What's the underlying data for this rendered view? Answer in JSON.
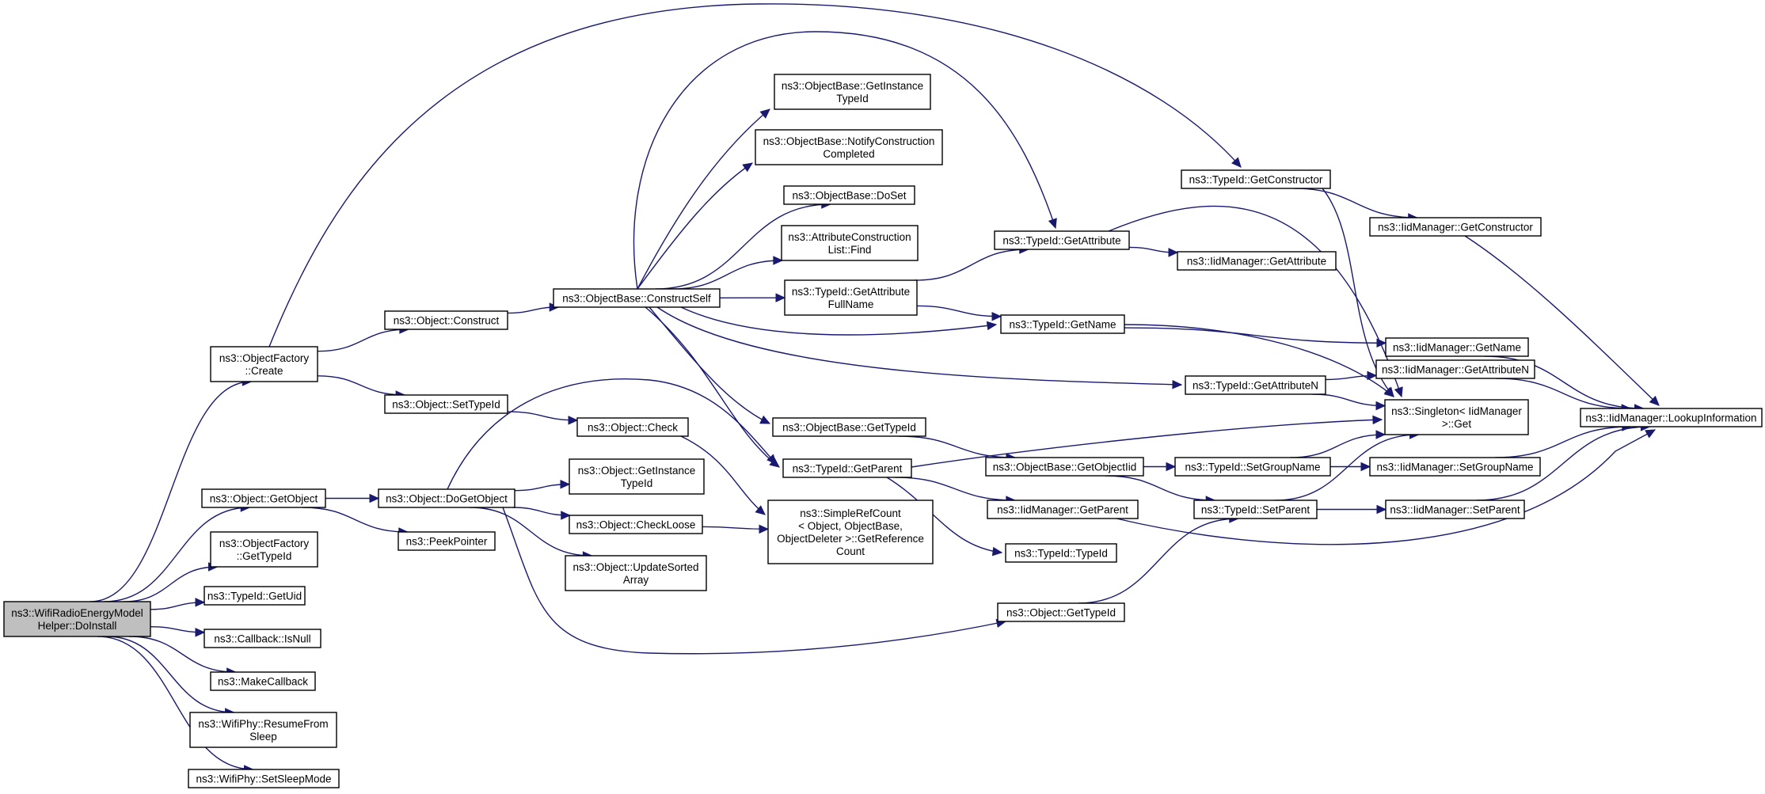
{
  "nodes": [
    {
      "id": "n_root",
      "lines": [
        "ns3::WifiRadioEnergyModel",
        "Helper::DoInstall"
      ],
      "root": true
    },
    {
      "id": "n_of_create",
      "lines": [
        "ns3::ObjectFactory",
        "::Create"
      ]
    },
    {
      "id": "n_obj_getobject",
      "lines": [
        "ns3::Object::GetObject"
      ]
    },
    {
      "id": "n_of_gettypeid",
      "lines": [
        "ns3::ObjectFactory",
        "::GetTypeId"
      ]
    },
    {
      "id": "n_typeid_getuid",
      "lines": [
        "ns3::TypeId::GetUid"
      ]
    },
    {
      "id": "n_cb_isnull",
      "lines": [
        "ns3::Callback::IsNull"
      ]
    },
    {
      "id": "n_makecallback",
      "lines": [
        "ns3::MakeCallback"
      ]
    },
    {
      "id": "n_wifiphy_resume",
      "lines": [
        "ns3::WifiPhy::ResumeFrom",
        "Sleep"
      ]
    },
    {
      "id": "n_wifiphy_setsleep",
      "lines": [
        "ns3::WifiPhy::SetSleepMode"
      ]
    },
    {
      "id": "n_obj_construct",
      "lines": [
        "ns3::Object::Construct"
      ]
    },
    {
      "id": "n_obj_settypeid",
      "lines": [
        "ns3::Object::SetTypeId"
      ]
    },
    {
      "id": "n_obj_dogetobject",
      "lines": [
        "ns3::Object::DoGetObject"
      ]
    },
    {
      "id": "n_peekpointer",
      "lines": [
        "ns3::PeekPointer"
      ]
    },
    {
      "id": "n_ob_constructself",
      "lines": [
        "ns3::ObjectBase::ConstructSelf"
      ]
    },
    {
      "id": "n_obj_check",
      "lines": [
        "ns3::Object::Check"
      ]
    },
    {
      "id": "n_obj_getinstancetypeid",
      "lines": [
        "ns3::Object::GetInstance",
        "TypeId"
      ]
    },
    {
      "id": "n_obj_checkloose",
      "lines": [
        "ns3::Object::CheckLoose"
      ]
    },
    {
      "id": "n_obj_updatesorted",
      "lines": [
        "ns3::Object::UpdateSorted",
        "Array"
      ]
    },
    {
      "id": "n_ob_getinstancetypeid",
      "lines": [
        "ns3::ObjectBase::GetInstance",
        "TypeId"
      ]
    },
    {
      "id": "n_ob_notify",
      "lines": [
        "ns3::ObjectBase::NotifyConstruction",
        "Completed"
      ]
    },
    {
      "id": "n_ob_doset",
      "lines": [
        "ns3::ObjectBase::DoSet"
      ]
    },
    {
      "id": "n_acl_find",
      "lines": [
        "ns3::AttributeConstruction",
        "List::Find"
      ]
    },
    {
      "id": "n_tid_getattrfull",
      "lines": [
        "ns3::TypeId::GetAttribute",
        "FullName"
      ]
    },
    {
      "id": "n_ob_gettypeid",
      "lines": [
        "ns3::ObjectBase::GetTypeId"
      ]
    },
    {
      "id": "n_tid_getparent",
      "lines": [
        "ns3::TypeId::GetParent"
      ]
    },
    {
      "id": "n_simplerefcount",
      "lines": [
        "ns3::SimpleRefCount",
        "< Object, ObjectBase,",
        "ObjectDeleter >::GetReference",
        "Count"
      ]
    },
    {
      "id": "n_tid_getattribute",
      "lines": [
        "ns3::TypeId::GetAttribute"
      ]
    },
    {
      "id": "n_tid_getname",
      "lines": [
        "ns3::TypeId::GetName"
      ]
    },
    {
      "id": "n_ob_getobjectiid",
      "lines": [
        "ns3::ObjectBase::GetObjectIid"
      ]
    },
    {
      "id": "n_iid_getparent",
      "lines": [
        "ns3::IidManager::GetParent"
      ]
    },
    {
      "id": "n_tid_typeid",
      "lines": [
        "ns3::TypeId::TypeId"
      ]
    },
    {
      "id": "n_obj_gettypeid",
      "lines": [
        "ns3::Object::GetTypeId"
      ]
    },
    {
      "id": "n_tid_getconstructor",
      "lines": [
        "ns3::TypeId::GetConstructor"
      ]
    },
    {
      "id": "n_iid_getattribute",
      "lines": [
        "ns3::IidManager::GetAttribute"
      ]
    },
    {
      "id": "n_tid_getattrn",
      "lines": [
        "ns3::TypeId::GetAttributeN"
      ]
    },
    {
      "id": "n_tid_setgroupname",
      "lines": [
        "ns3::TypeId::SetGroupName"
      ]
    },
    {
      "id": "n_tid_setparent",
      "lines": [
        "ns3::TypeId::SetParent"
      ]
    },
    {
      "id": "n_iid_getconstructor",
      "lines": [
        "ns3::IidManager::GetConstructor"
      ]
    },
    {
      "id": "n_iid_getname",
      "lines": [
        "ns3::IidManager::GetName"
      ]
    },
    {
      "id": "n_iid_getattrn",
      "lines": [
        "ns3::IidManager::GetAttributeN"
      ]
    },
    {
      "id": "n_singleton_get",
      "lines": [
        "ns3::Singleton< IidManager",
        ">::Get"
      ]
    },
    {
      "id": "n_iid_setgroupname",
      "lines": [
        "ns3::IidManager::SetGroupName"
      ]
    },
    {
      "id": "n_iid_setparent",
      "lines": [
        "ns3::IidManager::SetParent"
      ]
    },
    {
      "id": "n_iid_lookup",
      "lines": [
        "ns3::IidManager::LookupInformation"
      ]
    }
  ],
  "edges": [
    [
      "n_root",
      "n_of_create"
    ],
    [
      "n_root",
      "n_obj_getobject"
    ],
    [
      "n_root",
      "n_of_gettypeid"
    ],
    [
      "n_root",
      "n_typeid_getuid"
    ],
    [
      "n_root",
      "n_cb_isnull"
    ],
    [
      "n_root",
      "n_makecallback"
    ],
    [
      "n_root",
      "n_wifiphy_resume"
    ],
    [
      "n_root",
      "n_wifiphy_setsleep"
    ],
    [
      "n_of_create",
      "n_tid_getconstructor"
    ],
    [
      "n_of_create",
      "n_obj_construct"
    ],
    [
      "n_of_create",
      "n_obj_settypeid"
    ],
    [
      "n_obj_construct",
      "n_ob_constructself"
    ],
    [
      "n_obj_settypeid",
      "n_obj_check"
    ],
    [
      "n_obj_check",
      "n_simplerefcount"
    ],
    [
      "n_obj_getobject",
      "n_obj_dogetobject"
    ],
    [
      "n_obj_getobject",
      "n_peekpointer"
    ],
    [
      "n_obj_dogetobject",
      "n_tid_getparent"
    ],
    [
      "n_obj_dogetobject",
      "n_obj_getinstancetypeid"
    ],
    [
      "n_obj_dogetobject",
      "n_obj_checkloose"
    ],
    [
      "n_obj_dogetobject",
      "n_obj_updatesorted"
    ],
    [
      "n_obj_dogetobject",
      "n_obj_gettypeid"
    ],
    [
      "n_obj_checkloose",
      "n_simplerefcount"
    ],
    [
      "n_ob_constructself",
      "n_ob_getinstancetypeid"
    ],
    [
      "n_ob_constructself",
      "n_ob_notify"
    ],
    [
      "n_ob_constructself",
      "n_ob_doset"
    ],
    [
      "n_ob_constructself",
      "n_acl_find"
    ],
    [
      "n_ob_constructself",
      "n_tid_getattrfull"
    ],
    [
      "n_ob_constructself",
      "n_tid_getattribute"
    ],
    [
      "n_ob_constructself",
      "n_tid_getname"
    ],
    [
      "n_ob_constructself",
      "n_tid_getattrn"
    ],
    [
      "n_ob_constructself",
      "n_ob_gettypeid"
    ],
    [
      "n_ob_constructself",
      "n_tid_getparent"
    ],
    [
      "n_tid_getattrfull",
      "n_tid_getattribute"
    ],
    [
      "n_tid_getattrfull",
      "n_tid_getname"
    ],
    [
      "n_ob_gettypeid",
      "n_ob_getobjectiid"
    ],
    [
      "n_tid_getparent",
      "n_singleton_get"
    ],
    [
      "n_tid_getparent",
      "n_iid_getparent"
    ],
    [
      "n_tid_getparent",
      "n_tid_typeid"
    ],
    [
      "n_ob_getobjectiid",
      "n_tid_setgroupname"
    ],
    [
      "n_ob_getobjectiid",
      "n_tid_setparent"
    ],
    [
      "n_iid_getparent",
      "n_iid_lookup"
    ],
    [
      "n_obj_gettypeid",
      "n_tid_setparent"
    ],
    [
      "n_tid_getconstructor",
      "n_iid_getconstructor"
    ],
    [
      "n_tid_getconstructor",
      "n_singleton_get"
    ],
    [
      "n_tid_getattribute",
      "n_iid_getattribute"
    ],
    [
      "n_tid_getattribute",
      "n_singleton_get"
    ],
    [
      "n_tid_getname",
      "n_iid_getname"
    ],
    [
      "n_tid_getname",
      "n_singleton_get"
    ],
    [
      "n_tid_getattrn",
      "n_iid_getattrn"
    ],
    [
      "n_tid_getattrn",
      "n_singleton_get"
    ],
    [
      "n_tid_setgroupname",
      "n_iid_setgroupname"
    ],
    [
      "n_tid_setgroupname",
      "n_singleton_get"
    ],
    [
      "n_tid_setparent",
      "n_iid_setparent"
    ],
    [
      "n_tid_setparent",
      "n_singleton_get"
    ],
    [
      "n_iid_getconstructor",
      "n_iid_lookup"
    ],
    [
      "n_iid_getname",
      "n_iid_lookup"
    ],
    [
      "n_iid_getattrn",
      "n_iid_lookup"
    ],
    [
      "n_iid_setgroupname",
      "n_iid_lookup"
    ],
    [
      "n_iid_setparent",
      "n_iid_lookup"
    ]
  ]
}
